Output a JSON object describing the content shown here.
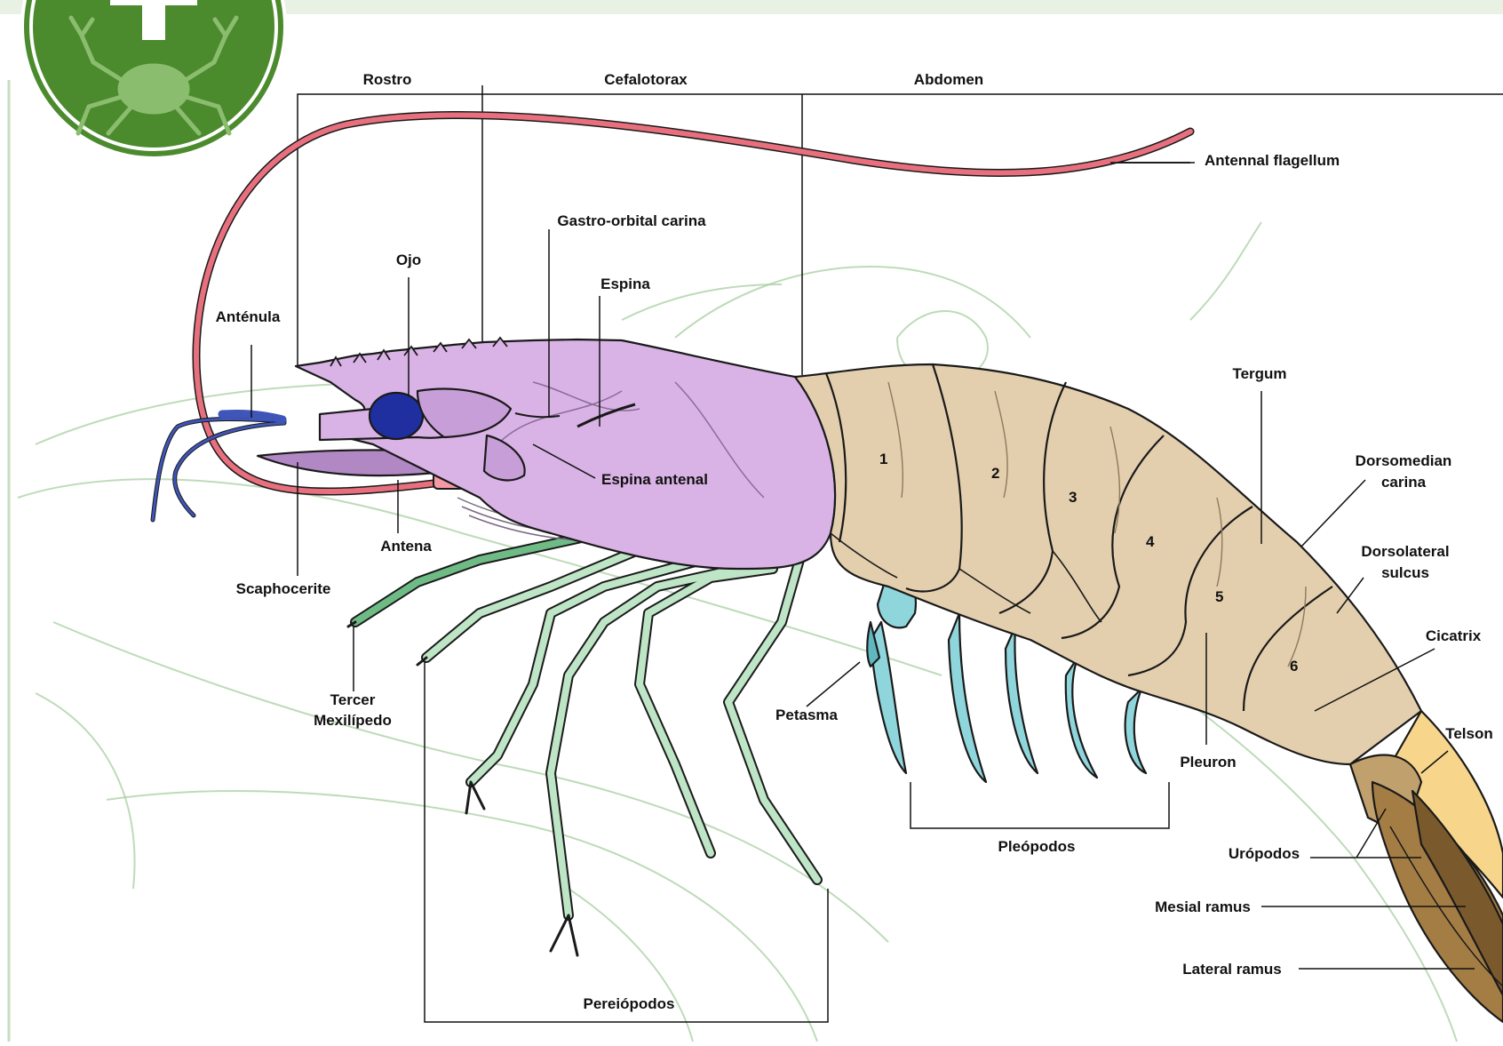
{
  "colors": {
    "badge_green": "#4b8b2e",
    "carapace": "#d9b3e6",
    "abdomen": "#e3cfae",
    "pleopods": "#8fd6dc",
    "pereiopods": "#bde5c6",
    "antennule": "#3f55b8",
    "antenna": "#e8707e",
    "eye": "#1f2fa0",
    "telson": "#f7d68c",
    "uropods": "#a47d45",
    "background_sketch": "#a8cfa1"
  },
  "badge": {
    "icon": "crab-icon",
    "plus_icon": "plus-icon"
  },
  "labels": {
    "rostro": "Rostro",
    "cefalotorax": "Cefalotorax",
    "abdomen": "Abdomen",
    "antennal_flagellum": "Antennal flagellum",
    "gastro_orbital": "Gastro-orbital carina",
    "ojo": "Ojo",
    "espina": "Espina",
    "antenula": "Anténula",
    "espina_antenal": "Espina antenal",
    "antena": "Antena",
    "scaphocerite": "Scaphocerite",
    "tercer_line1": "Tercer",
    "tercer_line2": "Mexilípedo",
    "petasma": "Petasma",
    "pereiopodos": "Pereiópodos",
    "pleopodos": "Pleópodos",
    "tergum": "Tergum",
    "dorsomedian_line1": "Dorsomedian",
    "dorsomedian_line2": "carina",
    "dorsolateral_line1": "Dorsolateral",
    "dorsolateral_line2": "sulcus",
    "cicatrix": "Cicatrix",
    "telson": "Telson",
    "pleuron": "Pleuron",
    "uropodos": "Urópodos",
    "mesial_ramus": "Mesial ramus",
    "lateral_ramus": "Lateral ramus"
  },
  "segments": [
    "1",
    "2",
    "3",
    "4",
    "5",
    "6"
  ]
}
